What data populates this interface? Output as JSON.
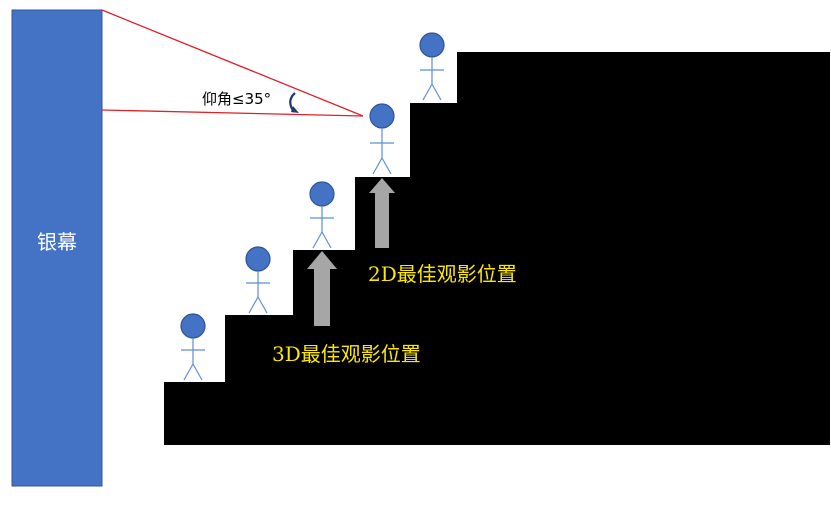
{
  "screen": {
    "label": "银幕",
    "color": "#4472c4"
  },
  "elevation_angle": {
    "label": "仰角≤35°",
    "line_color": "#e0202a",
    "arrow_color": "#1f3a6e"
  },
  "stairs": {
    "color": "#000000"
  },
  "people": {
    "head_color": "#4472c4",
    "body_color": "#5b8fd6",
    "count": 5
  },
  "positions": [
    {
      "id": "2d",
      "label": "2D最佳观影位置"
    },
    {
      "id": "3d",
      "label": "3D最佳观影位置"
    }
  ],
  "colors": {
    "label_text": "#ffe800",
    "arrow_fill": "#a6a6a6"
  }
}
